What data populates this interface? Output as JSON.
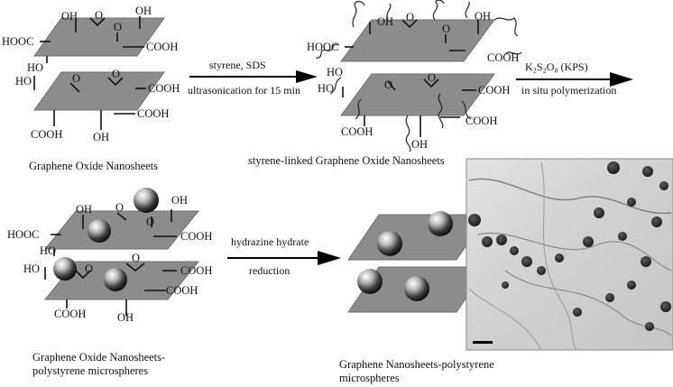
{
  "labels": {
    "hooc": "HOOC",
    "cooh": "COOH",
    "oh": "OH",
    "ho": "HO",
    "o": "O"
  },
  "conditions": {
    "step1_top": "styrene, SDS",
    "step1_bottom": "ultrasonication for 15 min",
    "step2_top": "K₂S₂O₈ (KPS)",
    "step2_bottom": "in situ polymerization",
    "step3_top": "hydrazine hydrate",
    "step3_bottom": "reduction"
  },
  "captions": {
    "go": "Graphene Oxide Nanosheets",
    "styrene_go": "styrene-linked Graphene Oxide Nanosheets",
    "go_ps_line1": "Graphene Oxide Nanosheets-",
    "go_ps_line2": "polystyrene microspheres",
    "g_ps_line1": "Graphene Nanosheets-polystyrene",
    "g_ps_line2": "microspheres"
  },
  "colors": {
    "sheet": "#8c8c8c",
    "arrow": "#000000",
    "tem_background": "#d4d4d4",
    "sphere_dark": "#2a2a2a"
  },
  "tem_scale_bar": "present"
}
